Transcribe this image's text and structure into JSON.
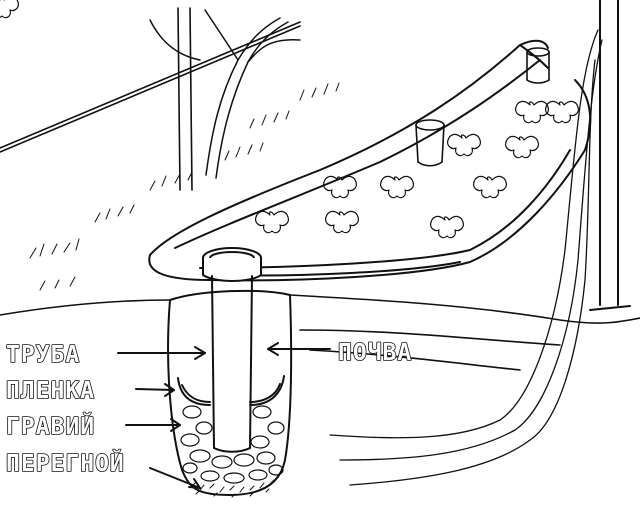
{
  "labels": {
    "pipe": "ТРУБА",
    "soil": "ПОЧВА",
    "film": "ПЛЕНКА",
    "gravel": "ГРАВИЙ",
    "humus": "ПЕРЕГНОЙ"
  },
  "colors": {
    "ink": "#111111",
    "paper": "#ffffff"
  }
}
